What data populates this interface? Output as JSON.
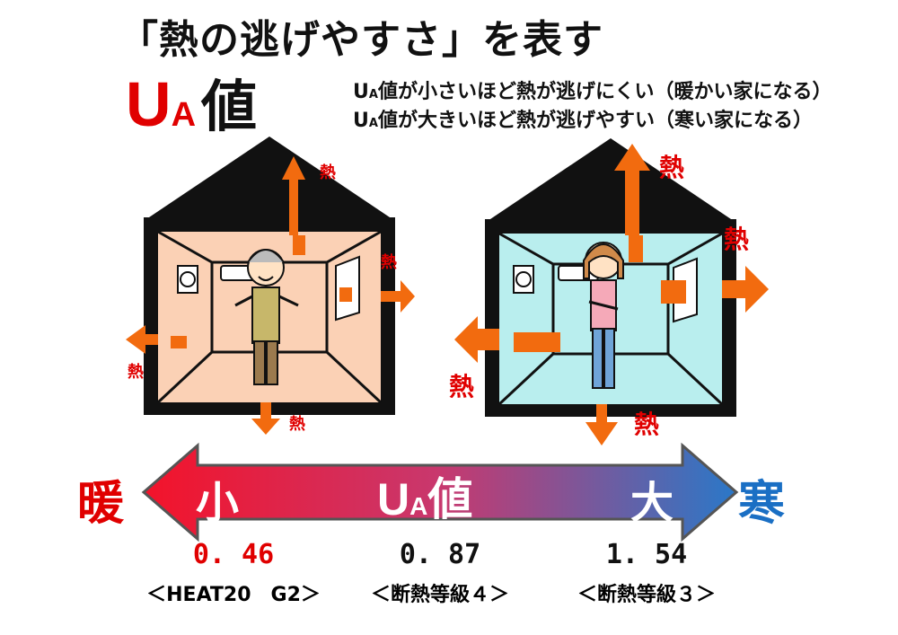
{
  "title": "「熱の逃げやすさ」を表す",
  "ua_logo": {
    "u": "U",
    "a": "A",
    "value": "値"
  },
  "descriptions": [
    {
      "u": "U",
      "a": "A",
      "text": "値が小さいほど熱が逃げにくい（暖かい家になる）"
    },
    {
      "u": "U",
      "a": "A",
      "text": "値が大きいほど熱が逃げやすい（寒い家になる）"
    }
  ],
  "heat_label": "熱",
  "scale": {
    "warm": "暖",
    "cold": "寒",
    "small": "小",
    "large": "大",
    "center_u": "U",
    "center_a": "A",
    "center_value": "値"
  },
  "values": [
    {
      "value": "0. 46",
      "grade": "＜HEAT20　G2＞",
      "color": "#e00000"
    },
    {
      "value": "0. 87",
      "grade": "＜断熱等級４＞",
      "color": "#111111"
    },
    {
      "value": "1. 54",
      "grade": "＜断熱等級３＞",
      "color": "#111111"
    }
  ],
  "colors": {
    "red": "#e00000",
    "blue": "#1a6fc4",
    "arrow": "#f26b0f",
    "warm_room": "#fbd1b5",
    "cold_room": "#b9eeee"
  }
}
